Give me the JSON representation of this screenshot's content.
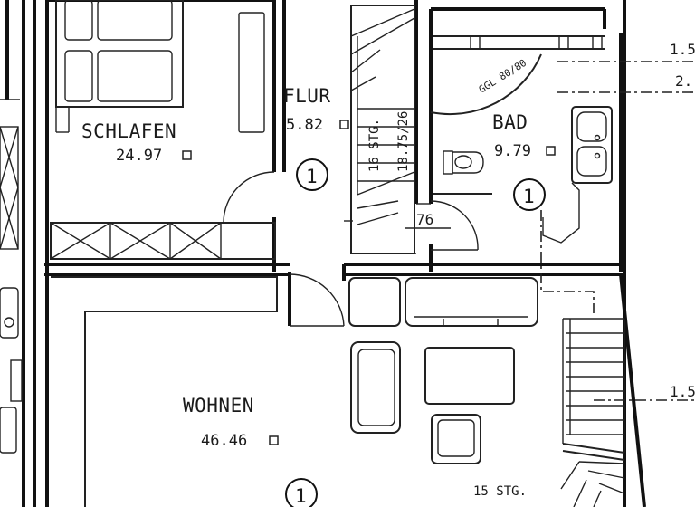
{
  "rooms": {
    "schlafen": {
      "name": "SCHLAFEN",
      "area": "24.97"
    },
    "flur": {
      "name": "FLUR",
      "area": "5.82"
    },
    "bad": {
      "name": "BAD",
      "area": "9.79"
    },
    "wohnen": {
      "name": "WOHNEN",
      "area": "46.46"
    }
  },
  "stairs": {
    "upper_steps": "16 STG.",
    "upper_ratio": "18.75/26",
    "lower_steps": "15 STG."
  },
  "door_width": "76",
  "shower_label": "GGL 80/80",
  "section_markers": [
    "1",
    "1",
    "1"
  ],
  "right_dimensions": [
    "1.5",
    "2.",
    "1.5"
  ]
}
